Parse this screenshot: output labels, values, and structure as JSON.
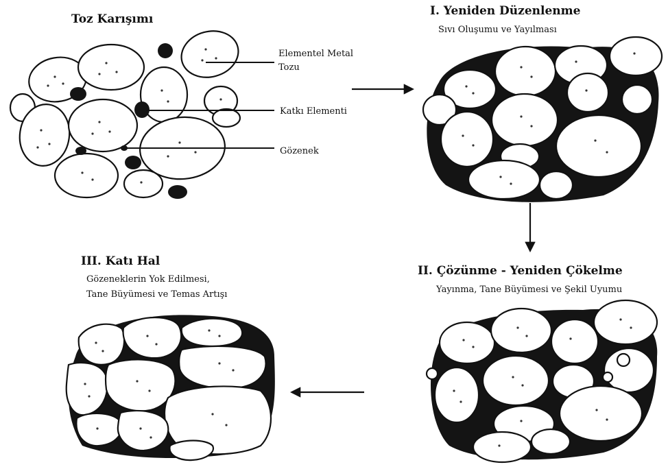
{
  "stages": {
    "powder_mix": {
      "title": "Toz Karışımı"
    },
    "stage1": {
      "title": "I. Yeniden Düzenlenme",
      "subtitle": "Sıvı Oluşumu ve Yayılması"
    },
    "stage2": {
      "title": "II. Çözünme - Yeniden Çökelme",
      "subtitle": "Yayınma, Tane Büyümesi ve Şekil Uyumu"
    },
    "stage3": {
      "title": "III. Katı Hal",
      "subtitle_line1": "Gözeneklerin Yok Edilmesi,",
      "subtitle_line2": "Tane Büyümesi ve Temas Artışı"
    }
  },
  "labels": {
    "metal_powder_line1": "Elementel Metal",
    "metal_powder_line2": "Tozu",
    "additive": "Katkı Elementi",
    "pore": "Gözenek"
  },
  "colors": {
    "ink": "#111111",
    "grain_fill": "#ffffff",
    "liquid_phase": "#141414"
  },
  "icons": [
    "right-arrow-icon",
    "down-arrow-icon",
    "left-arrow-icon"
  ]
}
